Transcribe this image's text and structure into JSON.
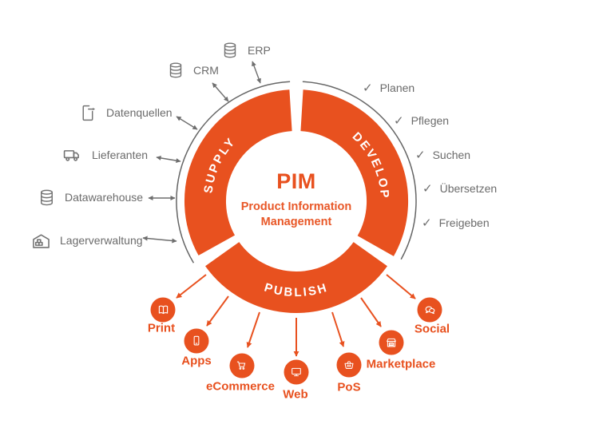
{
  "colors": {
    "accent": "#E8511F",
    "gray_text": "#6B6B6B",
    "gray_line": "#6E6E6E"
  },
  "center": {
    "title": "PIM",
    "subtitle": "Product Information Management"
  },
  "segments": {
    "supply": "SUPPLY",
    "develop": "DEVELOP",
    "publish": "PUBLISH"
  },
  "sources": [
    {
      "label": "ERP",
      "icon": "database-icon"
    },
    {
      "label": "CRM",
      "icon": "database-icon"
    },
    {
      "label": "Datenquellen",
      "icon": "document-export-icon"
    },
    {
      "label": "Lieferanten",
      "icon": "truck-icon"
    },
    {
      "label": "Datawarehouse",
      "icon": "database-icon"
    },
    {
      "label": "Lagerverwaltung",
      "icon": "warehouse-icon"
    }
  ],
  "tasks": [
    {
      "label": "Planen"
    },
    {
      "label": "Pflegen"
    },
    {
      "label": "Suchen"
    },
    {
      "label": "Übersetzen"
    },
    {
      "label": "Freigeben"
    }
  ],
  "channels": [
    {
      "label": "Print",
      "icon": "book-icon"
    },
    {
      "label": "Apps",
      "icon": "smartphone-icon"
    },
    {
      "label": "eCommerce",
      "icon": "cart-icon"
    },
    {
      "label": "Web",
      "icon": "monitor-icon"
    },
    {
      "label": "PoS",
      "icon": "basket-icon"
    },
    {
      "label": "Marketplace",
      "icon": "store-icon"
    },
    {
      "label": "Social",
      "icon": "chat-icon"
    }
  ],
  "icons": {
    "check": "✓"
  }
}
